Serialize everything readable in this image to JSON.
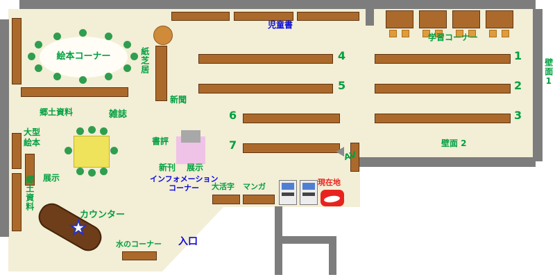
{
  "colors": {
    "floor": "#f3eed6",
    "wall": "#7d7d7d",
    "shelf_brown": "#ab6a2c",
    "counter_brown": "#6e3d1a",
    "label_green": "#00a040",
    "label_blue": "#0b0bd6",
    "label_red": "#e8231f",
    "chair_green": "#2f9e4f",
    "seat_orange": "#e09b3c",
    "table_yellow": "#efe35b",
    "display_pink": "#efc3e8",
    "star_blue": "#2233cc"
  },
  "areas": {
    "ehon_corner": "絵本コーナー",
    "kamishibai": "紙芝居",
    "shinbun": "新聞",
    "kyodo_top": "郷土資料",
    "zasshi": "雑誌",
    "ogata_line1": "大型",
    "ogata_line2": "絵本",
    "tenji_left": "展示",
    "kyodo_side": "郷土資料",
    "counter": "カウンター",
    "mizu": "水のコーナー",
    "iriguchi": "入口",
    "jido": "児童書",
    "gakushu": "学習コーナー",
    "hekimen1": "壁面1",
    "hekimen2": "壁面 2",
    "shohyo": "書評",
    "shinkan": "新刊",
    "tenji_center": "展示",
    "info_line1": "インフォメーション",
    "info_line2": "コーナー",
    "daikatsuji": "大活字",
    "manga": "マンガ",
    "genzaichi": "現在地",
    "av": "AV"
  },
  "shelf_numbers": {
    "n1": "1",
    "n2": "2",
    "n3": "3",
    "n4": "4",
    "n5": "5",
    "n6": "6",
    "n7": "7"
  }
}
